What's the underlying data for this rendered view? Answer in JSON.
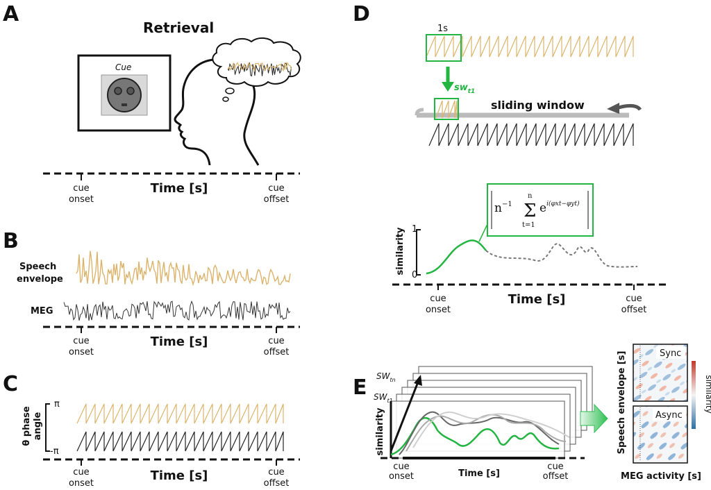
{
  "panels": {
    "A": {
      "letter": "A",
      "title": "Retrieval",
      "cue_label": "Cue"
    },
    "B": {
      "letter": "B",
      "speech_label_1": "Speech",
      "speech_label_2": "envelope",
      "meg_label": "MEG"
    },
    "C": {
      "letter": "C",
      "ylabel_1": "θ phase",
      "ylabel_2": "angle",
      "tick_top": "π",
      "tick_bottom": "-π"
    },
    "D": {
      "letter": "D",
      "window_label": "1s",
      "sw_label": "sw",
      "sw_sub": "t1",
      "sliding_label": "sliding window",
      "ylabel": "similarity",
      "tick_top": "1",
      "tick_bottom": "0",
      "formula_main": "n",
      "formula_exp": "−1",
      "formula_sum_top": "n",
      "formula_sum_bottom": "t=1",
      "formula_e": "e",
      "formula_power": "i(φxt−φyt)"
    },
    "E": {
      "letter": "E",
      "sw_top": "SW",
      "sw_top_sub": "tn",
      "sw_bottom": "SW",
      "sw_bottom_sub": "t1",
      "ylabel": "similarity",
      "xlabel": "Time [s]",
      "matrix_ylabel": "Speech envelope [s]",
      "matrix_xlabel": "MEG activity [s]",
      "sync_label": "Sync",
      "async_label": "Async",
      "colorbar_label": "similarity"
    }
  },
  "time_axis": {
    "title": "Time [s]",
    "onset_1": "cue",
    "onset_2": "onset",
    "offset_1": "cue",
    "offset_2": "offset"
  },
  "colors": {
    "speech": "#dcb36b",
    "meg": "#222222",
    "green": "#22b541",
    "gray": "#888888"
  }
}
